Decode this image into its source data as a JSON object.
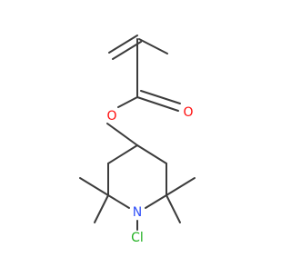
{
  "molecule": {
    "atoms": {
      "ester_oxygen": "O",
      "carbonyl_oxygen": "O",
      "ring_nitrogen": "N",
      "chlorine": "Cl"
    },
    "colors": {
      "bond": "#3c3c3c",
      "oxygen": "#ff0d0d",
      "nitrogen": "#3050f8",
      "chlorine": "#1fb01f",
      "background": "#ffffff"
    }
  }
}
